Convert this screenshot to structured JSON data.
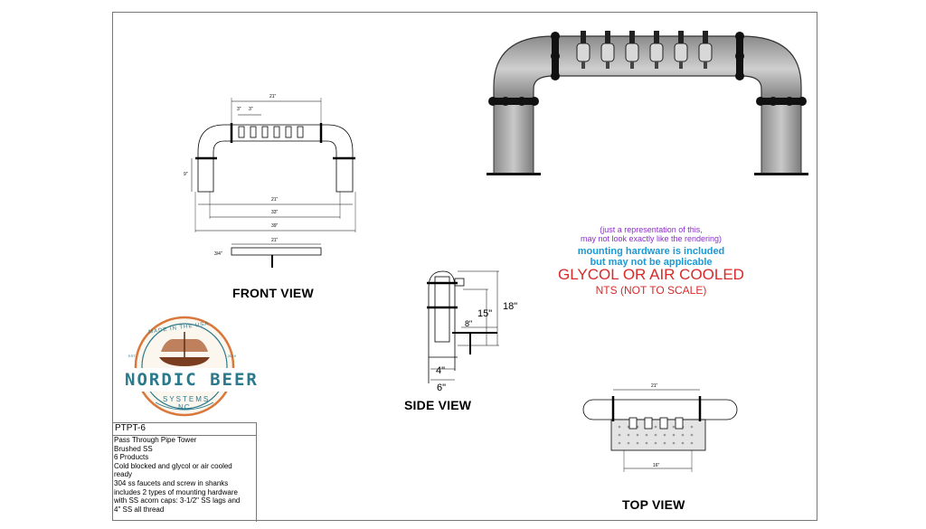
{
  "views": {
    "front": "FRONT VIEW",
    "side": "SIDE VIEW",
    "top": "TOP VIEW"
  },
  "notes": {
    "representation_line1": "(just a representation of this,",
    "representation_line2": "may not look exactly like the rendering)",
    "mounting_line1": "mounting hardware is included",
    "mounting_line2": "but may not be applicable",
    "cooling": "GLYCOL OR AIR COOLED",
    "scale": "NTS (NOT TO SCALE)"
  },
  "front_dims": {
    "top_span": "21\"",
    "spacing_a": "3\"",
    "spacing_b": "3\"",
    "height": "9\"",
    "inner_width": "21\"",
    "mid_width": "33\"",
    "outer_width": "39\"",
    "base_width": "21\"",
    "base_height": "3/4\""
  },
  "side_dims": {
    "overall_height": "18\"",
    "mid_height": "15\"",
    "reach": "8\"",
    "base_inner": "4\"",
    "base_outer": "6\""
  },
  "top_dims": {
    "span": "21\"",
    "drip": "16\""
  },
  "logo": {
    "arc_text": "MADE IN THE USA",
    "brand": "NORDIC BEER",
    "sub1": "SYSTEMS",
    "sub2": "NC",
    "est_left": "EST",
    "est_right": "2019"
  },
  "info": {
    "code": "PTPT-6",
    "lines": [
      "Pass Through Pipe Tower",
      "Brushed SS",
      "6 Products",
      "Cold blocked and glycol or air cooled",
      "ready",
      "304 ss faucets and screw in shanks",
      "includes 2 types of mounting hardware",
      "with SS acorn caps: 3-1/2\" SS lags and",
      "4\" SS all thread"
    ]
  },
  "colors": {
    "accent_blue": "#1a9ad6",
    "accent_red": "#d92a2a",
    "accent_purple": "#8b2fc9",
    "logo_teal": "#2b7a8c",
    "logo_orange": "#d9783a"
  }
}
